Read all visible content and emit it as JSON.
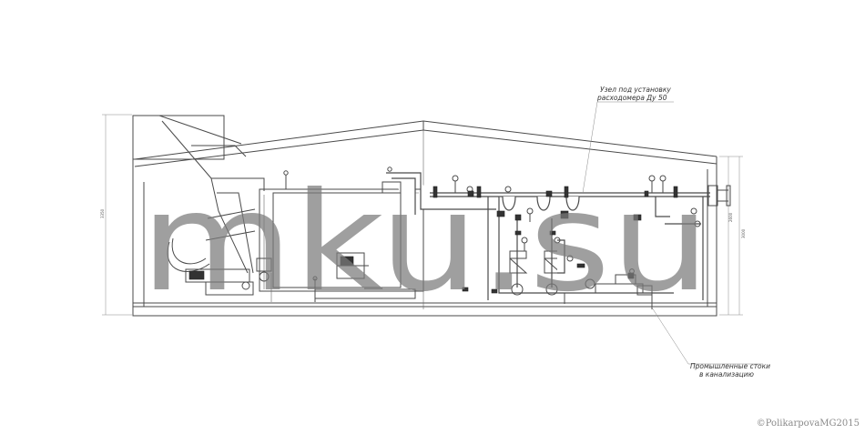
{
  "callouts": {
    "flowmeter": [
      "Узел под установку",
      "расходомера Ду 50"
    ],
    "drain": [
      "Промышленные стоки",
      "в канализацию"
    ]
  },
  "dimensions": {
    "left_height": "3350",
    "right_height_1": "3000",
    "right_height_2": "2600"
  },
  "watermark": "mku.su",
  "copyright": "©PolikarpovaMG2015",
  "colors": {
    "line": "#4a4a4a",
    "watermark": "#7a7a7a",
    "background": "#ffffff"
  }
}
